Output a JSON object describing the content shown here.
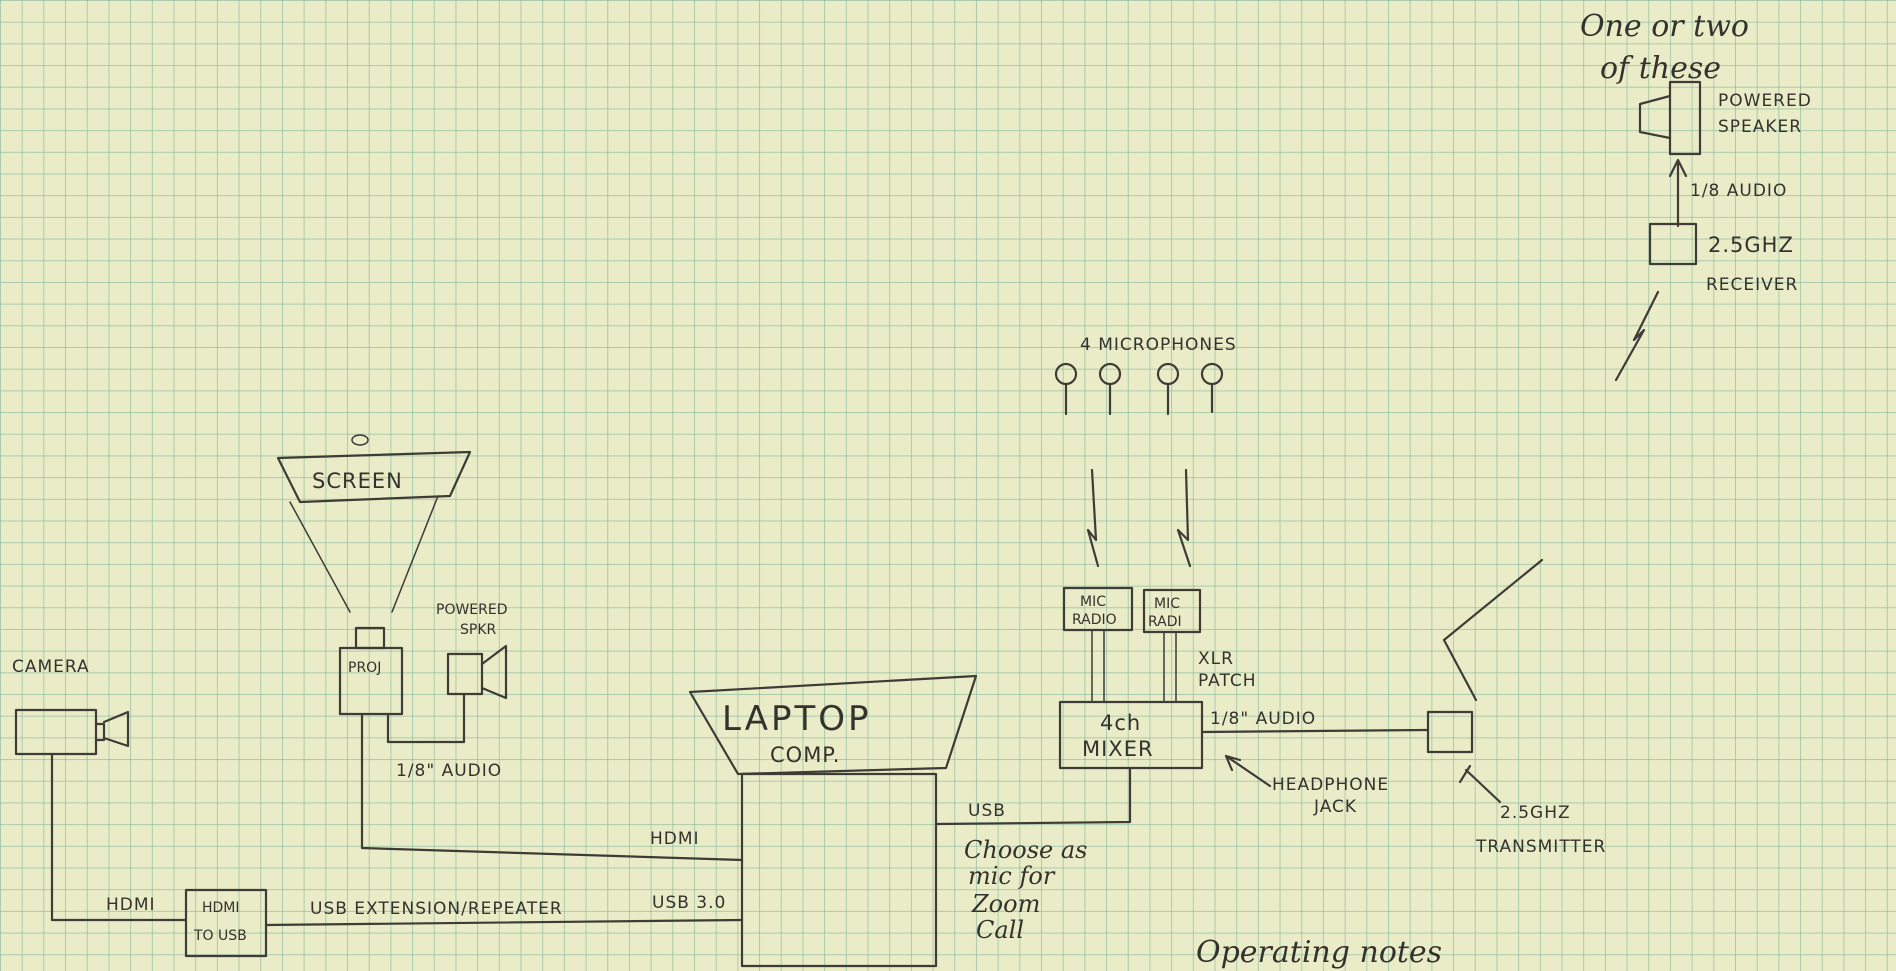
{
  "labels": {
    "camera": "CAMERA",
    "hdmi_left": "HDMI",
    "hdmi_to_usb_1": "HDMI",
    "hdmi_to_usb_2": "TO USB",
    "usb_extension": "USB EXTENSION/REPEATER",
    "usb3": "USB 3.0",
    "screen": "SCREEN",
    "projector": "PROJ",
    "powered_spkr_1": "POWERED",
    "powered_spkr_2": "SPKR",
    "audio_eighth_left": "1/8\" AUDIO",
    "hdmi_mid": "HDMI",
    "laptop_1": "LAPTOP",
    "laptop_2": "COMP.",
    "usb_laptop": "USB",
    "zoom_note_1": "Choose as",
    "zoom_note_2": "mic for",
    "zoom_note_3": "Zoom",
    "zoom_note_4": "Call",
    "microphones": "4 MICROPHONES",
    "mic_radio_1a": "MIC",
    "mic_radio_1b": "RADIO",
    "mic_radio_2a": "MIC",
    "mic_radio_2b": "RADI",
    "xlr_1": "XLR",
    "xlr_2": "PATCH",
    "mixer_1": "4ch",
    "mixer_2": "MIXER",
    "audio_eighth_right": "1/8\" AUDIO",
    "headphone_1": "HEADPHONE",
    "headphone_2": "JACK",
    "transmitter_1": "2.5GHZ",
    "transmitter_2": "TRANSMITTER",
    "one_or_two_1": "One or two",
    "one_or_two_2": "of these",
    "powered_speaker_1": "POWERED",
    "powered_speaker_2": "SPEAKER",
    "audio_top": "1/8 AUDIO",
    "receiver_1": "2.5GHZ",
    "receiver_2": "RECEIVER",
    "operating_notes": "Operating notes"
  },
  "colors": {
    "paper": "#e9ecc7",
    "grid": "#78af96",
    "ink": "#3f3b36"
  }
}
